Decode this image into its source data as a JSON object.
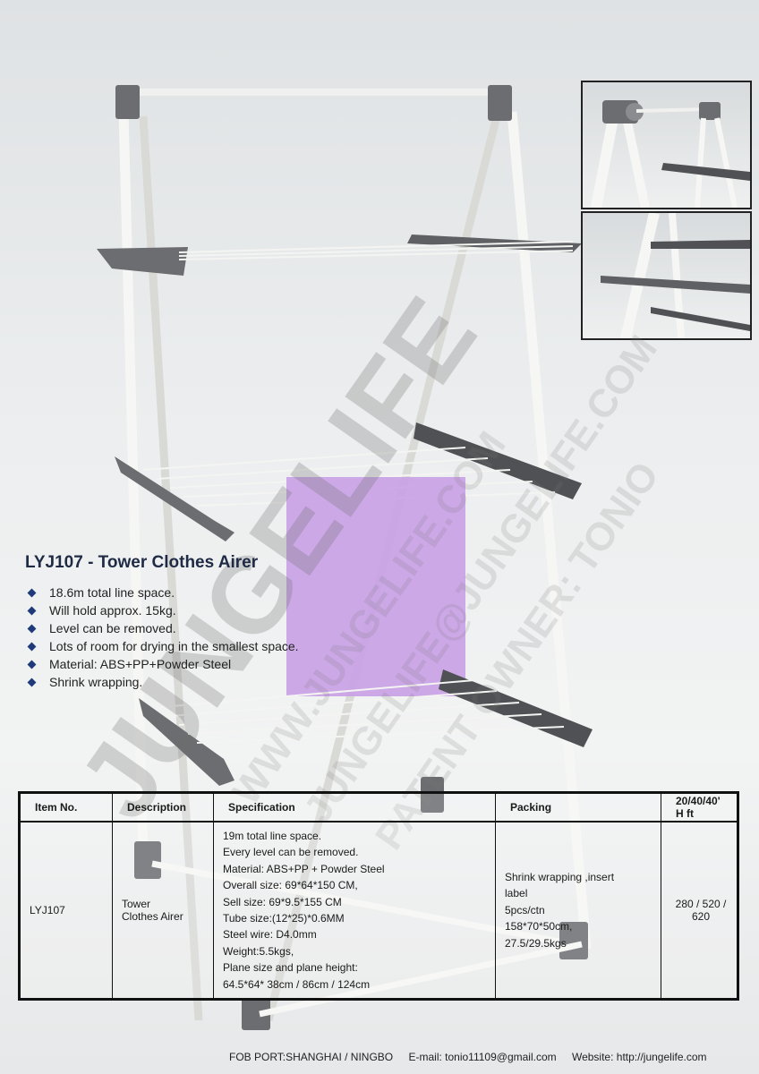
{
  "product": {
    "title": "LYJ107 - Tower Clothes Airer",
    "features": [
      "18.6m total line space.",
      "Will hold approx. 15kg.",
      "Level can be removed.",
      "Lots of room for drying in the smallest space.",
      "Material: ABS+PP+Powder Steel",
      "Shrink wrapping."
    ]
  },
  "watermarks": {
    "brand": "JUNGELIFE",
    "line1": "WWW.JUNGELIFE.COM",
    "line2": "JUNGELIFE@JUNGELIFE.COM",
    "line3": "PATENT OWNER: TONIO"
  },
  "table": {
    "headers": [
      "Item No.",
      "Description",
      "Specification",
      "Packing",
      "20/40/40' H ft"
    ],
    "row": {
      "item_no": "LYJ107",
      "description": [
        "Tower",
        "Clothes Airer"
      ],
      "specification": [
        "19m total line space.",
        "Every level can be removed.",
        "Material:  ABS+PP + Powder Steel",
        "Overall size: 69*64*150 CM,",
        "Sell size: 69*9.5*155 CM",
        "Tube size:(12*25)*0.6MM",
        "Steel wire: D4.0mm",
        "Weight:5.5kgs,",
        "Plane size and plane height:",
        "64.5*64* 38cm / 86cm / 124cm"
      ],
      "packing": [
        "Shrink wrapping ,insert",
        "label",
        "5pcs/ctn",
        "158*70*50cm,",
        "27.5/29.5kgs"
      ],
      "container": "280 / 520 / 620"
    }
  },
  "footer": {
    "port": "FOB PORT:SHANGHAI / NINGBO",
    "email": "E-mail: tonio11109@gmail.com",
    "website": "Website: http://jungelife.com"
  },
  "colors": {
    "frame": "#f4f4f2",
    "plastic": "#6b6d70",
    "towel": "#c9a2e6",
    "title": "#1f2a44"
  }
}
